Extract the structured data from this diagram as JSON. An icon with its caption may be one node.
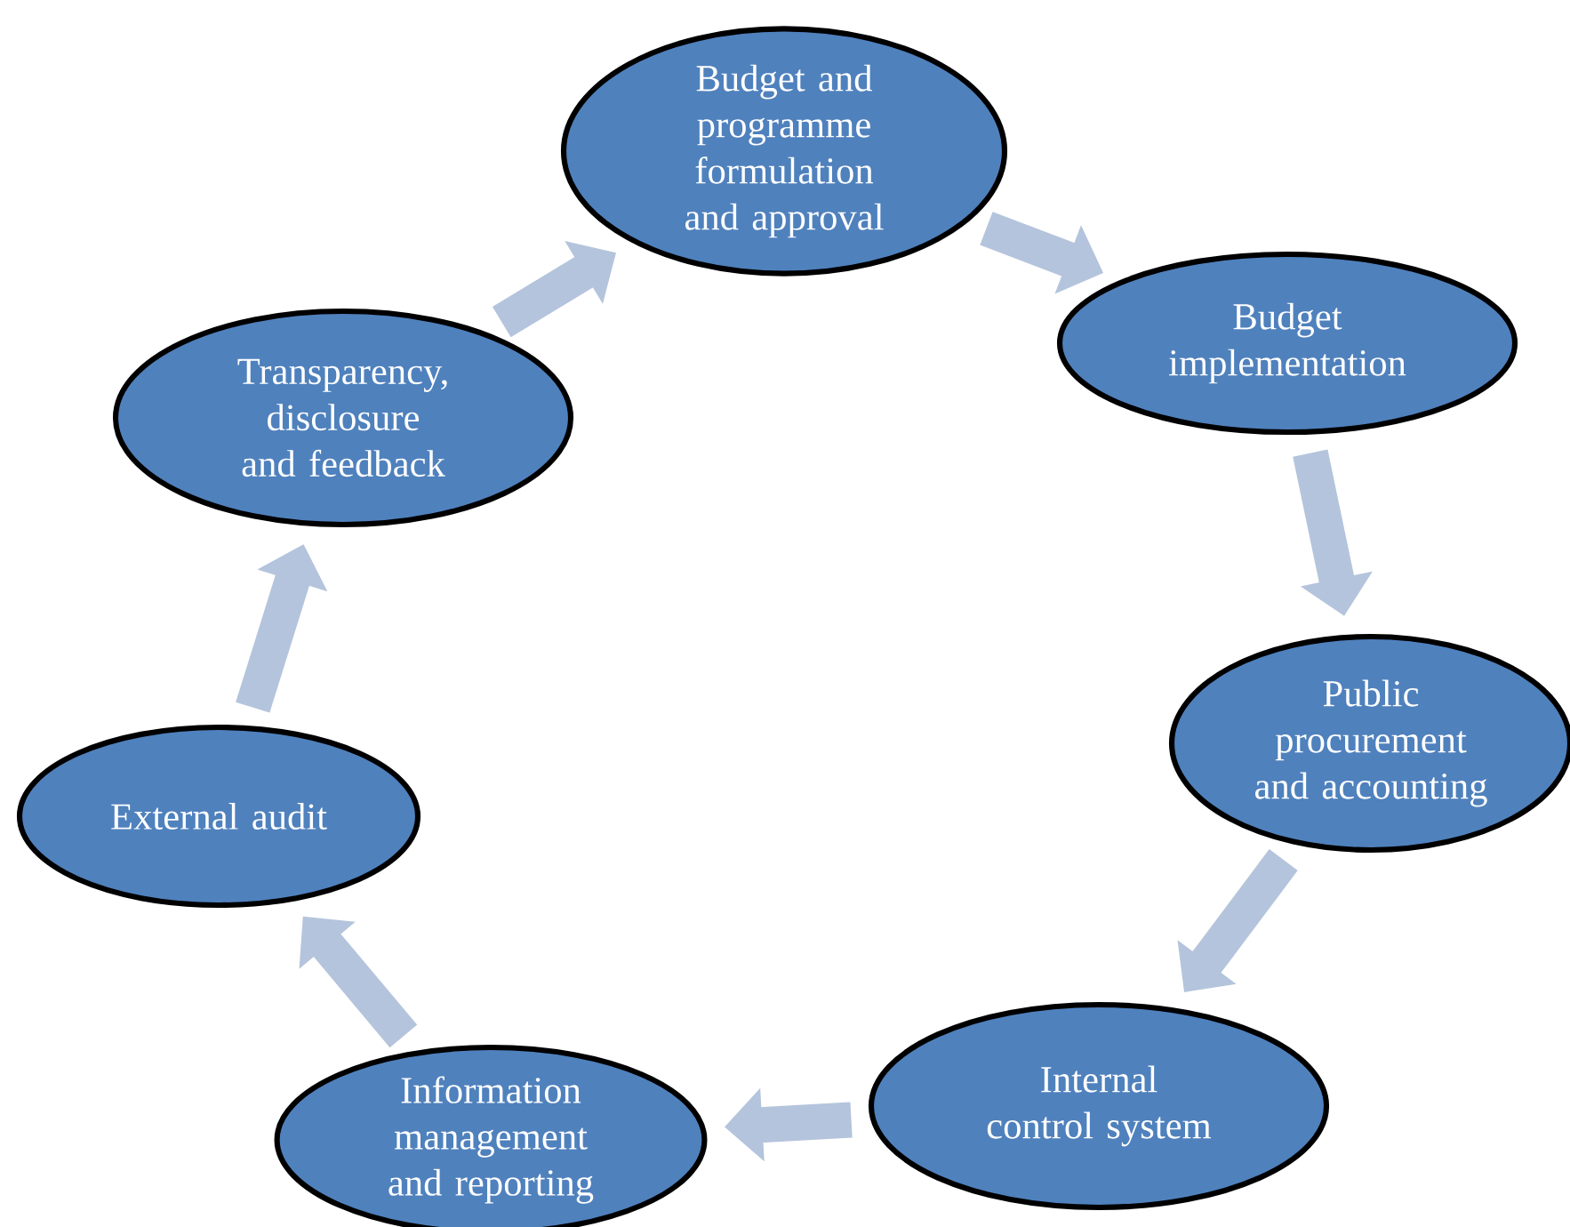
{
  "diagram": {
    "nodes": [
      {
        "text": [
          "Budget and programme formulation and approval"
        ]
      },
      {
        "text": [
          "Budget implementation"
        ]
      },
      {
        "text": [
          "Public procurement and accounting"
        ]
      },
      {
        "text": [
          "Internal control system"
        ]
      },
      {
        "text": [
          "Information management and reporting"
        ]
      },
      {
        "text": [
          "External audit"
        ]
      },
      {
        "text": [
          "Transparency, disclosure and feedback"
        ]
      }
    ],
    "edges": [
      {
        "from": 0,
        "to": 1,
        "arrow": "to"
      },
      {
        "from": 1,
        "to": 2,
        "arrow": "to"
      },
      {
        "from": 2,
        "to": 3,
        "arrow": "to"
      },
      {
        "from": 3,
        "to": 4,
        "arrow": "to"
      },
      {
        "from": 4,
        "to": 5,
        "arrow": "to"
      },
      {
        "from": 5,
        "to": 6,
        "arrow": "to"
      },
      {
        "from": 6,
        "to": 0,
        "arrow": "to"
      }
    ]
  }
}
